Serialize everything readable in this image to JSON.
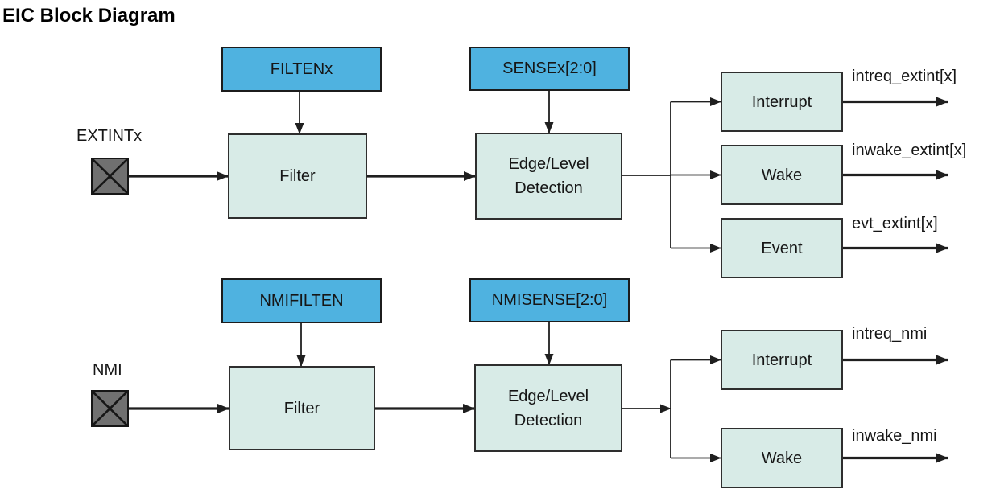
{
  "title": "EIC Block Diagram",
  "colors": {
    "register_fill": "#4FB2E0",
    "block_fill": "#D8EBE7",
    "pad_fill": "#707070",
    "line": "#1F1F1F"
  },
  "extint_chain": {
    "input_label": "EXTINTx",
    "filter_register": "FILTENx",
    "filter_block": "Filter",
    "sense_register": "SENSEx[2:0]",
    "detection_block": "Edge/Level Detection",
    "outputs": [
      {
        "block": "Interrupt",
        "signal": "intreq_extint[x]"
      },
      {
        "block": "Wake",
        "signal": "inwake_extint[x]"
      },
      {
        "block": "Event",
        "signal": "evt_extint[x]"
      }
    ]
  },
  "nmi_chain": {
    "input_label": "NMI",
    "filter_register": "NMIFILTEN",
    "filter_block": "Filter",
    "sense_register": "NMISENSE[2:0]",
    "detection_block": "Edge/Level Detection",
    "outputs": [
      {
        "block": "Interrupt",
        "signal": "intreq_nmi"
      },
      {
        "block": "Wake",
        "signal": "inwake_nmi"
      }
    ]
  }
}
